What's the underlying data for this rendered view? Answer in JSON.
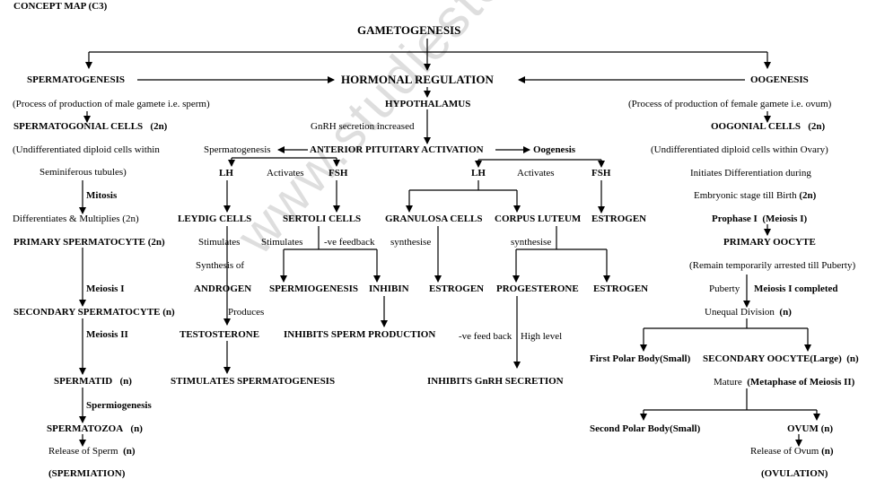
{
  "header": "CONCEPT MAP (C3)",
  "title": "GAMETOGENESIS",
  "watermark": "www.studiestoday.com",
  "hormonal": {
    "title": "HORMONAL REGULATION",
    "hypothalamus": "HYPOTHALAMUS",
    "gnrh": "GnRH secretion increased",
    "anterior_pituitary": "ANTERIOR PITUITARY ACTIVATION",
    "spermatogenesis_label": "Spermatogenesis",
    "oogenesis_label": "Oogenesis",
    "male": {
      "lh": "LH",
      "activates": "Activates",
      "fsh": "FSH",
      "leydig": "LEYDIG CELLS",
      "sertoli": "SERTOLI CELLS",
      "stimulates1": "Stimulates",
      "stimulates2": "Stimulates",
      "neg_feedback": "-ve feedback",
      "synthesis_of": "Synthesis of",
      "androgen": "ANDROGEN",
      "spermiogenesis": "SPERMIOGENESIS",
      "inhibin": "INHIBIN",
      "produces": "Produces",
      "testosterone": "TESTOSTERONE",
      "inhibits_sperm": "INHIBITS SPERM PRODUCTION",
      "stimulates_sperm": "STIMULATES SPERMATOGENESIS"
    },
    "female": {
      "lh": "LH",
      "activates": "Activates",
      "fsh": "FSH",
      "granulosa": "GRANULOSA CELLS",
      "corpus_luteum": "CORPUS LUTEUM",
      "estrogen_top": "ESTROGEN",
      "synthesise1": "synthesise",
      "synthesise2": "synthesise",
      "estrogen1": "ESTROGEN",
      "progesterone": "PROGESTERONE",
      "estrogen2": "ESTROGEN",
      "neg_feed_back": "-ve feed back",
      "high_level": "High level",
      "inhibits_gnrh": "INHIBITS GnRH SECRETION"
    }
  },
  "spermatogenesis": {
    "title": "SPERMATOGENESIS",
    "desc": "(Process of production of male gamete i.e. sperm)",
    "spermatogonial": "SPERMATOGONIAL CELLS",
    "spermatogonial_ploidy": "(2n)",
    "undiff1": "(Undifferentiated diploid cells  within",
    "undiff2": "Seminiferous tubules)",
    "mitosis": "Mitosis",
    "differentiates": "Differentiates & Multiplies (2n)",
    "primary": "PRIMARY SPERMATOCYTE (2n)",
    "meiosis1": "Meiosis I",
    "secondary": "SECONDARY SPERMATOCYTE (n)",
    "meiosis2": "Meiosis II",
    "spermatid": "SPERMATID",
    "spermatid_ploidy": "(n)",
    "spermiogenesis": "Spermiogenesis",
    "spermatozoa": "SPERMATOZOA",
    "spermatozoa_ploidy": "(n)",
    "release": "Release of Sperm",
    "release_ploidy": "(n)",
    "spermiation": "(SPERMIATION)"
  },
  "oogenesis": {
    "title": "OOGENESIS",
    "desc": "(Process of production of female gamete i.e. ovum)",
    "oogonial": "OOGONIAL CELLS",
    "oogonial_ploidy": "(2n)",
    "undiff": "(Undifferentiated diploid cells  within  Ovary)",
    "initiates": "Initiates Differentiation during",
    "embryonic": "Embryonic stage till Birth",
    "embryonic_ploidy": "(2n)",
    "prophase": "Prophase I",
    "prophase_meiosis": "(Meiosis I)",
    "primary": "PRIMARY OOCYTE",
    "remain": "(Remain temporarily arrested till Puberty)",
    "puberty": "Puberty",
    "meiosis1_completed": "Meiosis I completed",
    "unequal": "Unequal Division",
    "unequal_ploidy": "(n)",
    "first_polar": "First Polar Body(Small)",
    "secondary": "SECONDARY OOCYTE(Large)",
    "secondary_ploidy": "(n)",
    "mature": "Mature",
    "metaphase": "(Metaphase of Meiosis II)",
    "second_polar": "Second Polar Body(Small)",
    "ovum": "OVUM (n)",
    "release": "Release of Ovum",
    "release_ploidy": "(n)",
    "ovulation": "(OVULATION)"
  }
}
